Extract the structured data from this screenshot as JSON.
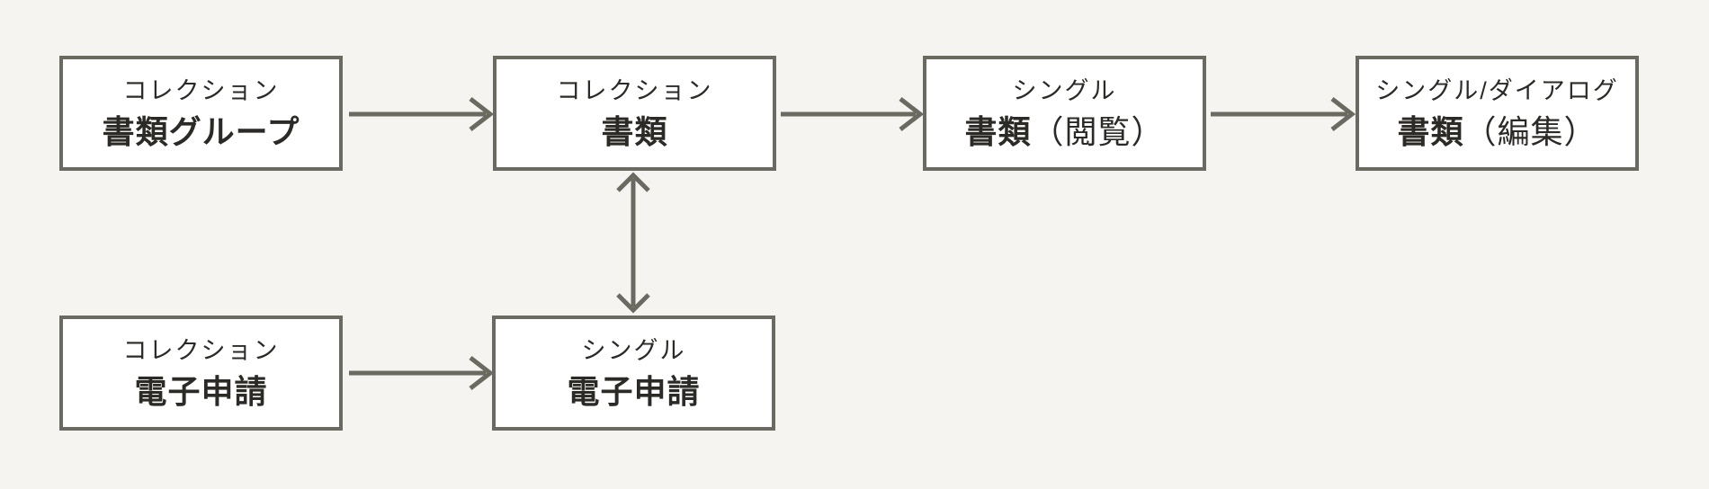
{
  "colors": {
    "background": "#f5f4f1",
    "node_fill": "#ffffff",
    "node_border": "#6b6a61",
    "arrow": "#6b6a61",
    "text": "#2b2a26"
  },
  "nodes": [
    {
      "id": "document-group",
      "type_label": "コレクション",
      "name": "書類グループ",
      "name_suffix": ""
    },
    {
      "id": "document-collection",
      "type_label": "コレクション",
      "name": "書類",
      "name_suffix": ""
    },
    {
      "id": "document-view",
      "type_label": "シングル",
      "name": "書類",
      "name_suffix": "（閲覧）"
    },
    {
      "id": "document-edit",
      "type_label": "シングル/ダイアログ",
      "name": "書類",
      "name_suffix": "（編集）"
    },
    {
      "id": "eapplication-collection",
      "type_label": "コレクション",
      "name": "電子申請",
      "name_suffix": ""
    },
    {
      "id": "eapplication-single",
      "type_label": "シングル",
      "name": "電子申請",
      "name_suffix": ""
    }
  ],
  "edges": [
    {
      "from": "document-group",
      "to": "document-collection",
      "direction": "one-way"
    },
    {
      "from": "document-collection",
      "to": "document-view",
      "direction": "one-way"
    },
    {
      "from": "document-view",
      "to": "document-edit",
      "direction": "one-way"
    },
    {
      "from": "eapplication-collection",
      "to": "eapplication-single",
      "direction": "one-way"
    },
    {
      "from": "document-collection",
      "to": "eapplication-single",
      "direction": "two-way"
    }
  ]
}
